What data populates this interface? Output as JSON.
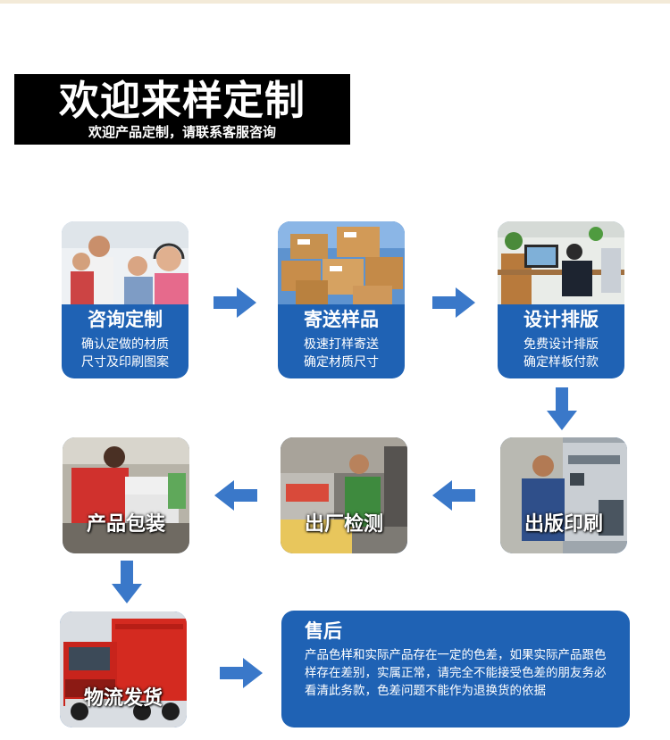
{
  "colors": {
    "accent": "#1f62b4",
    "arrow": "#3a78c9",
    "banner_bg": "#000000",
    "text": "#ffffff"
  },
  "banner": {
    "title": "欢迎来样定制",
    "subtitle": "欢迎产品定制，请联系客服咨询"
  },
  "steps": [
    {
      "title": "咨询定制",
      "desc_line1": "确认定做的材质",
      "desc_line2": "尺寸及印刷图案",
      "photo": "customer-service-headset-photo"
    },
    {
      "title": "寄送样品",
      "desc_line1": "极速打样寄送",
      "desc_line2": "确定材质尺寸",
      "photo": "cardboard-boxes-photo"
    },
    {
      "title": "设计排版",
      "desc_line1": "免费设计排版",
      "desc_line2": "确定样板付款",
      "photo": "designer-at-computer-photo"
    },
    {
      "title": "出版印刷",
      "photo": "printing-press-operator-photo"
    },
    {
      "title": "出厂检测",
      "photo": "factory-inspection-photo"
    },
    {
      "title": "产品包装",
      "photo": "packing-worker-photo"
    },
    {
      "title": "物流发货",
      "photo": "red-delivery-truck-photo"
    }
  ],
  "after_sales": {
    "title": "售后",
    "text": "产品色样和实际产品存在一定的色差，如果实际产品跟色样存在差别，实属正常，请完全不能接受色差的朋友务必看清此务款，色差问题不能作为退换货的依据"
  }
}
